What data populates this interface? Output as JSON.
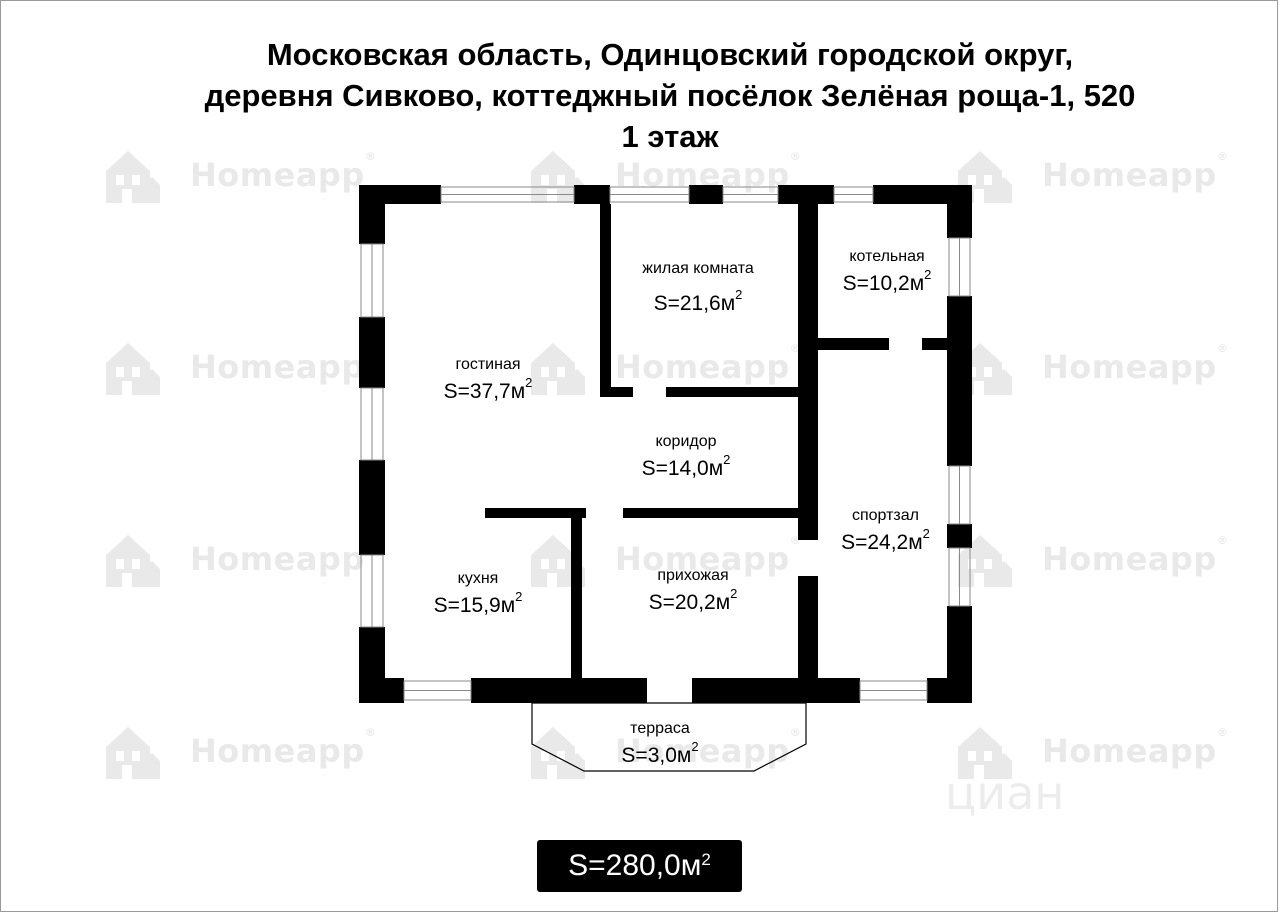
{
  "title": {
    "line1": "Московская область, Одинцовский городской округ,",
    "line2": "деревня Сивково, коттеджный посёлок Зелёная роща-1, 520",
    "line3": "1 этаж"
  },
  "watermark": {
    "text": "Homeapp",
    "mark": "®",
    "icon": "house-icon",
    "secondary": "циан"
  },
  "rooms": [
    {
      "name": "жилая комната",
      "area": "S=21,6м",
      "unit_sup": "2"
    },
    {
      "name": "котельная",
      "area": "S=10,2м",
      "unit_sup": "2"
    },
    {
      "name": "гостиная",
      "area": "S=37,7м",
      "unit_sup": "2"
    },
    {
      "name": "коридор",
      "area": "S=14,0м",
      "unit_sup": "2"
    },
    {
      "name": "спортзал",
      "area": "S=24,2м",
      "unit_sup": "2"
    },
    {
      "name": "кухня",
      "area": "S=15,9м",
      "unit_sup": "2"
    },
    {
      "name": "прихожая",
      "area": "S=20,2м",
      "unit_sup": "2"
    },
    {
      "name": "терраса",
      "area": "S=3,0м",
      "unit_sup": "2"
    }
  ],
  "total": {
    "area": "S=280,0м",
    "unit_sup": "2"
  },
  "colors": {
    "wall": "#000000",
    "background": "#ffffff",
    "watermark": "#7d7d7d"
  }
}
